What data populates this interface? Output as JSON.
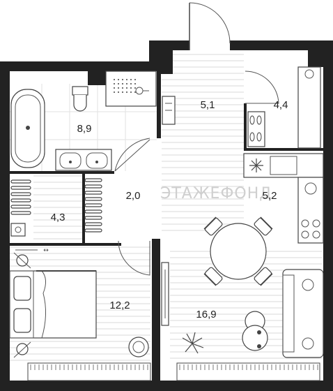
{
  "rooms": [
    {
      "id": "bathroom",
      "area": "8,9"
    },
    {
      "id": "hall",
      "area": "5,1"
    },
    {
      "id": "wardrobe",
      "area": "4,4"
    },
    {
      "id": "corridor",
      "area": "2,0"
    },
    {
      "id": "kitchen",
      "area": "5,2"
    },
    {
      "id": "storage",
      "area": "4,3"
    },
    {
      "id": "bedroom",
      "area": "12,2"
    },
    {
      "id": "living",
      "area": "16,9"
    }
  ],
  "watermark": "ЭТАЖЕФОНД",
  "icons": [
    "bathtub-icon",
    "toilet-icon",
    "shower-icon",
    "sink-icon",
    "washer-icon",
    "fridge-icon",
    "stove-icon",
    "bed-icon",
    "sofa-icon",
    "dining-table-icon",
    "plant-icon",
    "armchair-icon",
    "lamp-icon",
    "wardrobe-rail-icon",
    "door-arc-icon"
  ],
  "colors": {
    "wall": "#222222",
    "floor_lines": "#d8d8d8",
    "text": "#222222"
  }
}
